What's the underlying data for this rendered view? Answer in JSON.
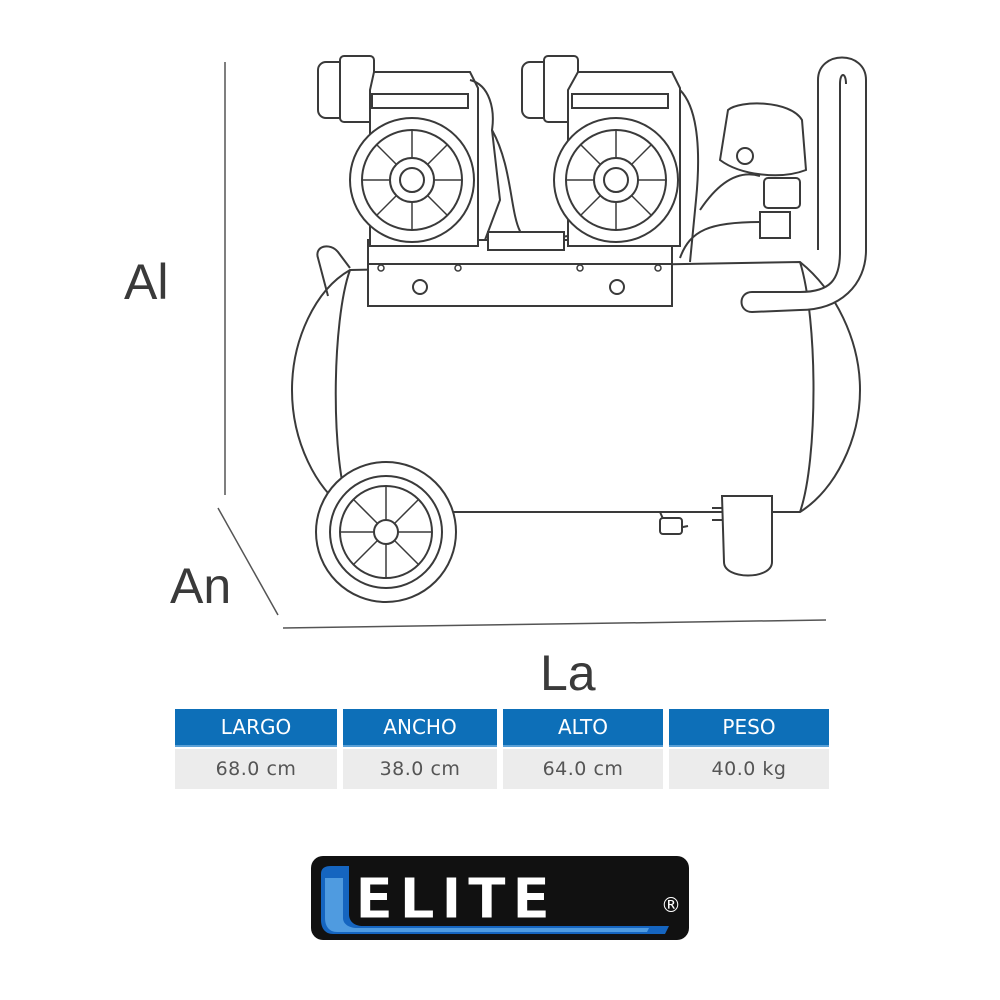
{
  "dimension_labels": {
    "height": "Al",
    "width": "An",
    "length": "La"
  },
  "specs": [
    {
      "header": "LARGO",
      "value": "68.0 cm"
    },
    {
      "header": "ANCHO",
      "value": "38.0 cm"
    },
    {
      "header": "ALTO",
      "value": "64.0 cm"
    },
    {
      "header": "PESO",
      "value": "40.0 kg"
    }
  ],
  "logo": {
    "text": "ELITE",
    "mark": "®"
  },
  "colors": {
    "header_blue": "#0d6fb8",
    "line": "#3a3a3a",
    "value_bg": "#ececec"
  }
}
